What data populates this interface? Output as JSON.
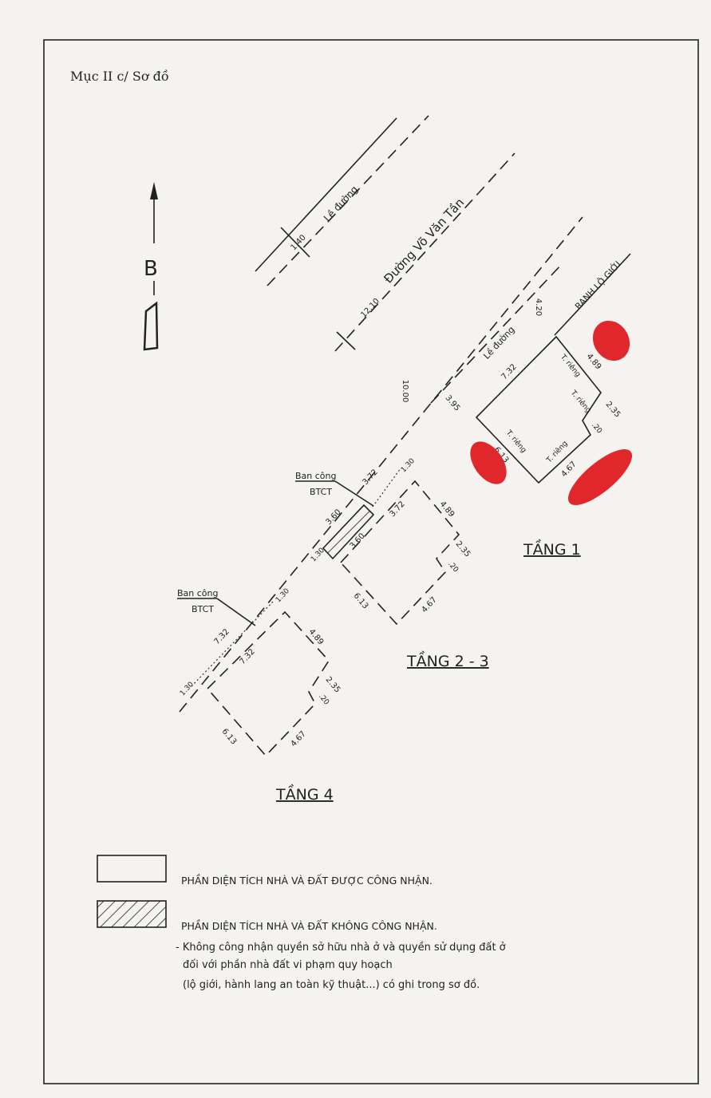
{
  "header": {
    "title": "Mục II c/ Sơ đồ"
  },
  "north": {
    "label": "B"
  },
  "roads": {
    "sidewalk_top": "Lề đường",
    "sidewalk_top_width": "1.40",
    "street_name": "Đường Võ Văn Tần",
    "street_width": "12.10",
    "sidewalk_bottom": "Lề đường",
    "boundary": "RANH LỘ GIỚI",
    "setback": "4.20",
    "dist_10": "10.00",
    "dist_395": "3.95"
  },
  "floor1": {
    "title": "TẦNG 1",
    "front": "7.32",
    "right": "4.89",
    "step": "2.35",
    "notch": ".20",
    "back": "4.67",
    "left": "6.13",
    "wall_label": "T. riêng"
  },
  "floor23": {
    "title": "TẦNG 2 - 3",
    "balcony": "Ban công",
    "balcony_material": "BTCT",
    "balcony_depth_a": "1.30",
    "balcony_depth_b": "1.30",
    "front_a": "3.72",
    "front_b": "3.72",
    "hatched_a": "3.60",
    "hatched_b": "3.60",
    "right": "4.89",
    "step": "2.35",
    "notch": ".20",
    "back": "4.67",
    "left": "6.13"
  },
  "floor4": {
    "title": "TẦNG 4",
    "balcony": "Ban công",
    "balcony_material": "BTCT",
    "balcony_depth_a": "1.30",
    "balcony_depth_b": "1.30",
    "front_a": "7.32",
    "front_b": "7.32",
    "right": "4.89",
    "step": "2.35",
    "notch": ".20",
    "back": "4.67",
    "left": "6.13"
  },
  "legend": {
    "recognized": "PHẦN DIỆN TÍCH NHÀ VÀ ĐẤT ĐƯỢC CÔNG NHẬN.",
    "not_recognized": "PHẦN DIỆN TÍCH NHÀ VÀ ĐẤT KHÔNG CÔNG NHẬN.",
    "note_1": "- Không công nhận quyền sở hữu nhà ở và quyền sử dụng đất ở",
    "note_2": "đối với phần nhà đất vi phạm quy hoạch",
    "note_3": "(lộ giới, hành lang an toàn kỹ thuật...) có ghi trong sơ đồ."
  },
  "colors": {
    "ink": "#222222",
    "paper": "#f4f3ef",
    "redaction": "#e0282c"
  }
}
